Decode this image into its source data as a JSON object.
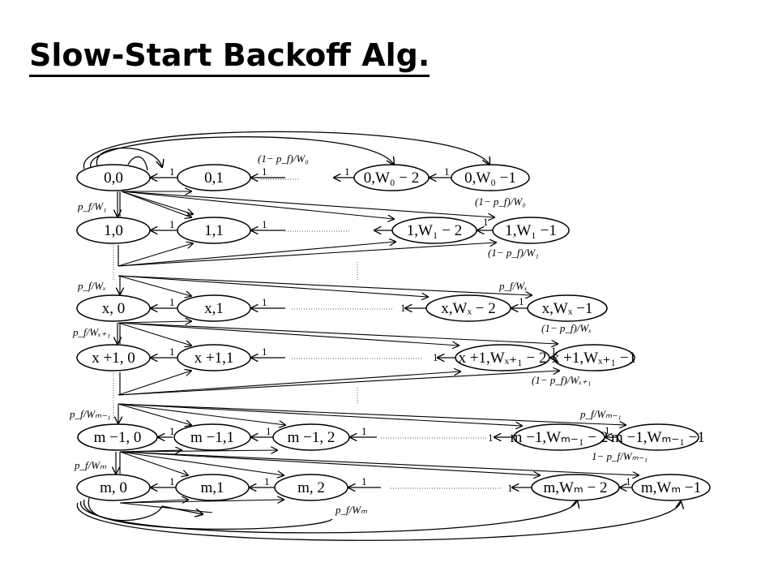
{
  "title": "Slow-Start Backoff Alg.",
  "colors": {
    "ink": "#000000",
    "background": "#ffffff"
  },
  "states": [
    {
      "id": "s00",
      "label": "0,0"
    },
    {
      "id": "s01",
      "label": "0,1"
    },
    {
      "id": "s0w2",
      "label": "0,W₀ − 2"
    },
    {
      "id": "s0w1",
      "label": "0,W₀ −1"
    },
    {
      "id": "s10",
      "label": "1,0"
    },
    {
      "id": "s11",
      "label": "1,1"
    },
    {
      "id": "s1w2",
      "label": "1,W₁ − 2"
    },
    {
      "id": "s1w1",
      "label": "1,W₁ −1"
    },
    {
      "id": "sx0",
      "label": "x, 0"
    },
    {
      "id": "sx1",
      "label": "x,1"
    },
    {
      "id": "sxw2",
      "label": "x,Wₓ − 2"
    },
    {
      "id": "sxw1",
      "label": "x,Wₓ −1"
    },
    {
      "id": "sy0",
      "label": "x +1, 0"
    },
    {
      "id": "sy1",
      "label": "x +1,1"
    },
    {
      "id": "syw2",
      "label": "x +1,Wₓ₊₁ − 2"
    },
    {
      "id": "syw1",
      "label": "x +1,Wₓ₊₁ −1"
    },
    {
      "id": "sp0",
      "label": "m −1, 0"
    },
    {
      "id": "sp1",
      "label": "m −1,1"
    },
    {
      "id": "sp2",
      "label": "m −1, 2"
    },
    {
      "id": "spw2",
      "label": "m −1,Wₘ₋₁ − 2"
    },
    {
      "id": "spw1",
      "label": "m −1,Wₘ₋₁ −1"
    },
    {
      "id": "sm0",
      "label": "m, 0"
    },
    {
      "id": "sm1",
      "label": "m,1"
    },
    {
      "id": "sm2",
      "label": "m, 2"
    },
    {
      "id": "smw2",
      "label": "m,Wₘ − 2"
    },
    {
      "id": "smw1",
      "label": "m,Wₘ −1"
    }
  ],
  "edge_label": "1",
  "formulas": [
    {
      "id": "f_1_w0_top",
      "text": "(1− p_f)/W₀"
    },
    {
      "id": "f_1_w0_right",
      "text": "(1− p_f)/W₀"
    },
    {
      "id": "f_pf_w1",
      "text": "p_f/W₁"
    },
    {
      "id": "f_1_w1",
      "text": "(1− p_f)/W₁"
    },
    {
      "id": "f_pf_wx_left",
      "text": "p_f/Wₓ"
    },
    {
      "id": "f_pf_wx_right",
      "text": "p_f/Wₓ"
    },
    {
      "id": "f_1_wx",
      "text": "(1− p_f)/Wₓ"
    },
    {
      "id": "f_pf_wx1",
      "text": "p_f/Wₓ₊₁"
    },
    {
      "id": "f_1_wx1",
      "text": "(1− p_f)/Wₓ₊₁"
    },
    {
      "id": "f_pf_wm1_left",
      "text": "p_f/Wₘ₋₁"
    },
    {
      "id": "f_pf_wm1_right",
      "text": "p_f/Wₘ₋₁"
    },
    {
      "id": "f_1_wm1",
      "text": "1− p_f/Wₘ₋₁"
    },
    {
      "id": "f_pf_wm_left",
      "text": "p_f/Wₘ"
    },
    {
      "id": "f_pf_wm_bottom",
      "text": "p_f/Wₘ"
    }
  ]
}
